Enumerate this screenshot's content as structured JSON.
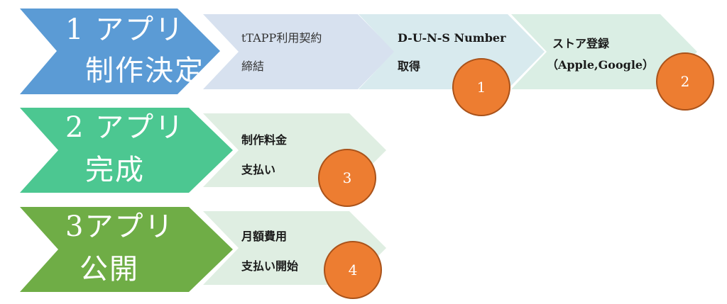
{
  "colors": {
    "row1_main": "#5b9bd5",
    "row2_main": "#4cc791",
    "row3_main": "#6fad46",
    "step_tapp": "#d7e1ef",
    "step_duns": "#d8eaee",
    "step_store": "#daeee4",
    "step_fee": "#dfeee2",
    "step_monthly": "#dfeee2",
    "badge": "#ed7d31"
  },
  "rows": [
    {
      "main": {
        "line1": "1 アプリ",
        "line2": "制作決定"
      },
      "steps": [
        {
          "line1": "tTAPP利用契約",
          "line2": "締結"
        },
        {
          "line1": "D-U-N-S Number",
          "line2": "取得",
          "badge": "1"
        },
        {
          "line1": "ストア登録",
          "line2": "（Apple,Google）",
          "badge": "2"
        }
      ]
    },
    {
      "main": {
        "line1": "2 アプリ",
        "line2": "完成"
      },
      "steps": [
        {
          "line1": "制作料金",
          "line2": "支払い",
          "badge": "3"
        }
      ]
    },
    {
      "main": {
        "line1": "3アプリ",
        "line2": "公開"
      },
      "steps": [
        {
          "line1": "月額費用",
          "line2": "支払い開始",
          "badge": "4"
        }
      ]
    }
  ]
}
